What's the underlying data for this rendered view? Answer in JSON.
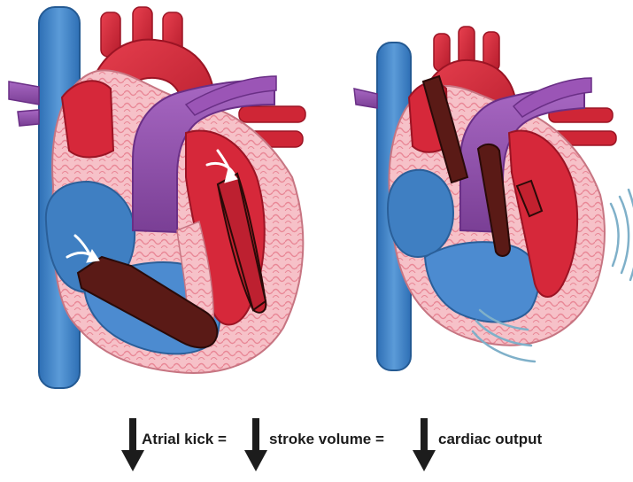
{
  "caption": {
    "part1": "Atrial kick =",
    "part2": "stroke volume =",
    "part3": "cardiac output"
  },
  "icons": {
    "arrow": "down-arrow-icon",
    "flow": "white-blood-flow-arrow",
    "vibration": "vibration-lines"
  },
  "colors": {
    "arterial_red": "#d6283a",
    "venous_blue": "#3f7fc2",
    "vessel_purple": "#8a4aa3",
    "myocardium_pink": "#f4b6bf",
    "dark_blood": "#5a1a16",
    "text": "#1c1c1c"
  }
}
